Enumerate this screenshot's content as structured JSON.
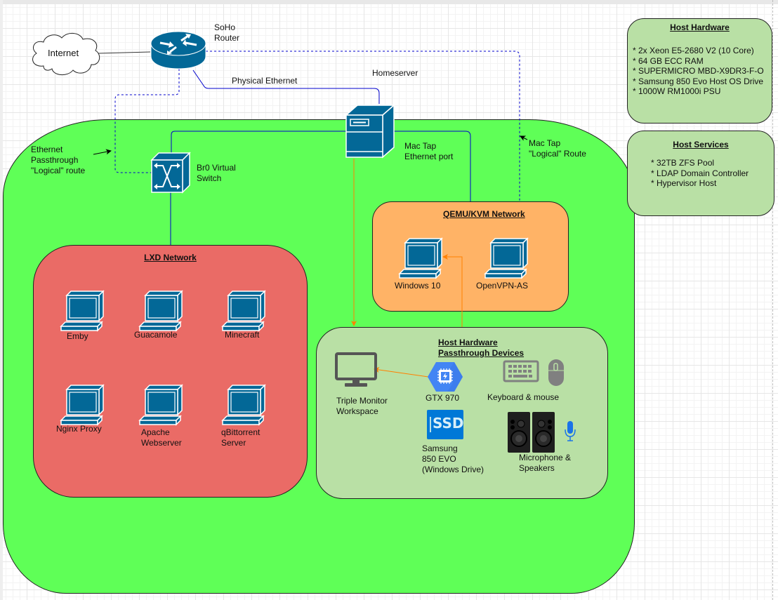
{
  "diagram": {
    "internet": {
      "label": "Internet"
    },
    "router": {
      "label": "SoHo\nRouter"
    },
    "homeserver": {
      "label": "Homeserver"
    },
    "physical_ethernet": {
      "label": "Physical Ethernet"
    },
    "ethernet_passthrough": {
      "label": "Ethernet\nPassthrough\n\"Logical\" route"
    },
    "br0_switch": {
      "label": "Br0 Virtual\nSwitch"
    },
    "mac_tap_port": {
      "label": "Mac Tap\nEthernet port"
    },
    "mac_tap_route": {
      "label": "Mac Tap\n\"Logical\" Route"
    }
  },
  "host_hardware": {
    "title": "Host Hardware",
    "items": "* 2x Xeon E5-2680 V2 (10 Core)\n* 64 GB ECC RAM\n* SUPERMICRO MBD-X9DR3-F-O\n* Samsung 850 Evo Host OS Drive\n* 1000W RM1000i PSU"
  },
  "host_services": {
    "title": "Host Services",
    "items": "* 32TB ZFS Pool\n* LDAP Domain Controller\n* Hypervisor Host"
  },
  "lxd_network": {
    "title": "LXD Network",
    "containers": [
      {
        "label": "Emby"
      },
      {
        "label": "Guacamole"
      },
      {
        "label": "Minecraft"
      },
      {
        "label": "Nginx Proxy"
      },
      {
        "label": "Apache\nWebserver"
      },
      {
        "label": "qBittorrent\nServer"
      }
    ]
  },
  "qemu_network": {
    "title": "QEMU/KVM Network",
    "vms": [
      {
        "label": "Windows 10"
      },
      {
        "label": "OpenVPN-AS"
      }
    ]
  },
  "passthrough": {
    "title": "Host Hardware\nPassthrough Devices",
    "devices": [
      {
        "label": "Triple Monitor\nWorkspace",
        "icon": "monitor-icon"
      },
      {
        "label": "GTX 970",
        "icon": "gpu-icon"
      },
      {
        "label": "Keyboard & mouse",
        "icon": "keyboard-mouse-icon"
      },
      {
        "label": "Samsung\n850 EVO\n(Windows Drive)",
        "icon": "ssd-icon",
        "icon_text": "SSD"
      },
      {
        "label": "Microphone &\nSpeakers",
        "icon": "speakers-microphone-icon"
      }
    ]
  },
  "colors": {
    "host": "#5fff57",
    "lxd": "#ea6b66",
    "qemu": "#ffb366",
    "passthrough": "#b9e0a5",
    "cisco_blue": "#036897",
    "link_blue": "#0000cc",
    "passthrough_orange": "#ff8000"
  }
}
